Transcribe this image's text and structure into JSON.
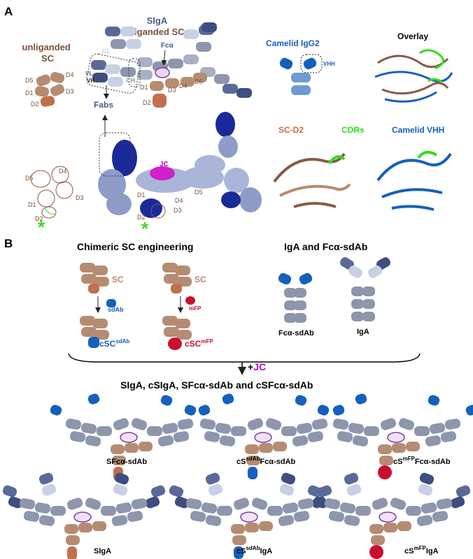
{
  "panel_a": {
    "label": "A",
    "unliganded_title": [
      "unliganded",
      "SC"
    ],
    "sc_domains": [
      "D1",
      "D2",
      "D3",
      "D4",
      "D5"
    ],
    "sIgA_title": [
      "SIgA",
      "liganded SC"
    ],
    "cl": "CL",
    "ch": "CH",
    "vl": "VL",
    "vh": "VH",
    "fca": "Fcα",
    "fabs": "Fabs",
    "jc": "JC",
    "camelid_igg2": "Camelid IgG2",
    "vhh": "VHH",
    "overlay": "Overlay",
    "sc_d2": "SC-D2",
    "cdrs": "CDRs",
    "camelid_vhh": "Camelid VHH",
    "asterisk": "*"
  },
  "panel_b": {
    "label": "B",
    "chimeric_title": "Chimeric SC engineering",
    "sc": "SC",
    "sdab": "sdAb",
    "mfp": "mFP",
    "csc_sdab_base": "cSC",
    "csc_sdab_sup": "sdAb",
    "csc_mfp_base": "cSC",
    "csc_mfp_sup": "mFP",
    "iga_title": "IgA and Fcα-sdAb",
    "fca_sdab": "Fcα-sdAb",
    "iga": "IgA",
    "plus": "+",
    "jc": "JC",
    "assembly_title": "SIgA, cSIgA, SFcα-sdAb and cSFcα-sdAb",
    "products_row1": [
      "SFcα-sdAb",
      "cS",
      "sdAb",
      "Fcα-sdAb",
      "cS",
      "mFP",
      "Fcα-sdAb"
    ],
    "products_row2": [
      "SIgA",
      "cS",
      "sdAb",
      "IgA",
      "cS",
      "mFP",
      "IgA"
    ]
  },
  "colors": {
    "sc_brown": "#b58c72",
    "sc_d2": "#c0704c",
    "sdab_blue": "#1560bd",
    "mfp_red": "#c8102e",
    "jc_magenta": "#b400c8",
    "cdr_green": "#33dd22",
    "fc_grey": "#8e96ad",
    "title_blue": "#4a5c8a",
    "title_brown": "#7a4e3a"
  }
}
